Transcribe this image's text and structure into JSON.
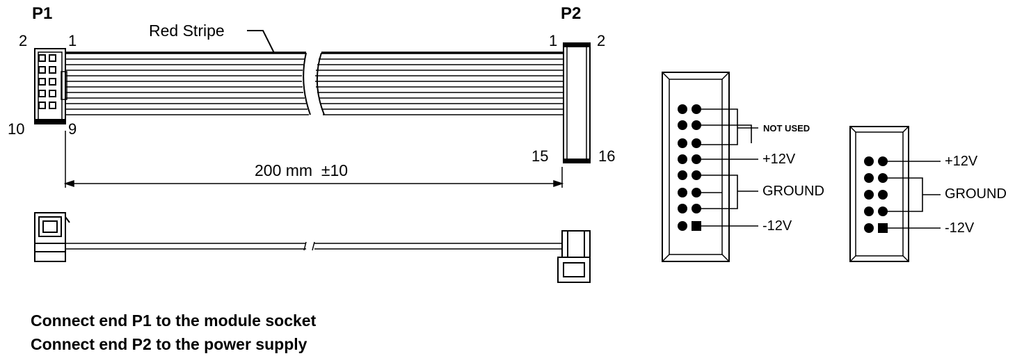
{
  "cable": {
    "p1_label": "P1",
    "p2_label": "P2",
    "p1_pin_top_left": "2",
    "p1_pin_top_right": "1",
    "p1_pin_bottom_left": "10",
    "p1_pin_bottom_right": "9",
    "p2_pin_top_left": "1",
    "p2_pin_top_right": "2",
    "p2_pin_bottom_left": "15",
    "p2_pin_bottom_right": "16",
    "stripe_label": "Red Stripe",
    "length_label": "200 mm  ±10"
  },
  "connector_16pin": {
    "not_used_label": "NOT USED",
    "plus12_label": "+12V",
    "ground_label": "GROUND",
    "minus12_label": "-12V"
  },
  "connector_10pin": {
    "plus12_label": "+12V",
    "ground_label": "GROUND",
    "minus12_label": "-12V"
  },
  "notes": [
    "Connect end P1 to the module socket",
    "Connect end P2 to the power supply"
  ]
}
